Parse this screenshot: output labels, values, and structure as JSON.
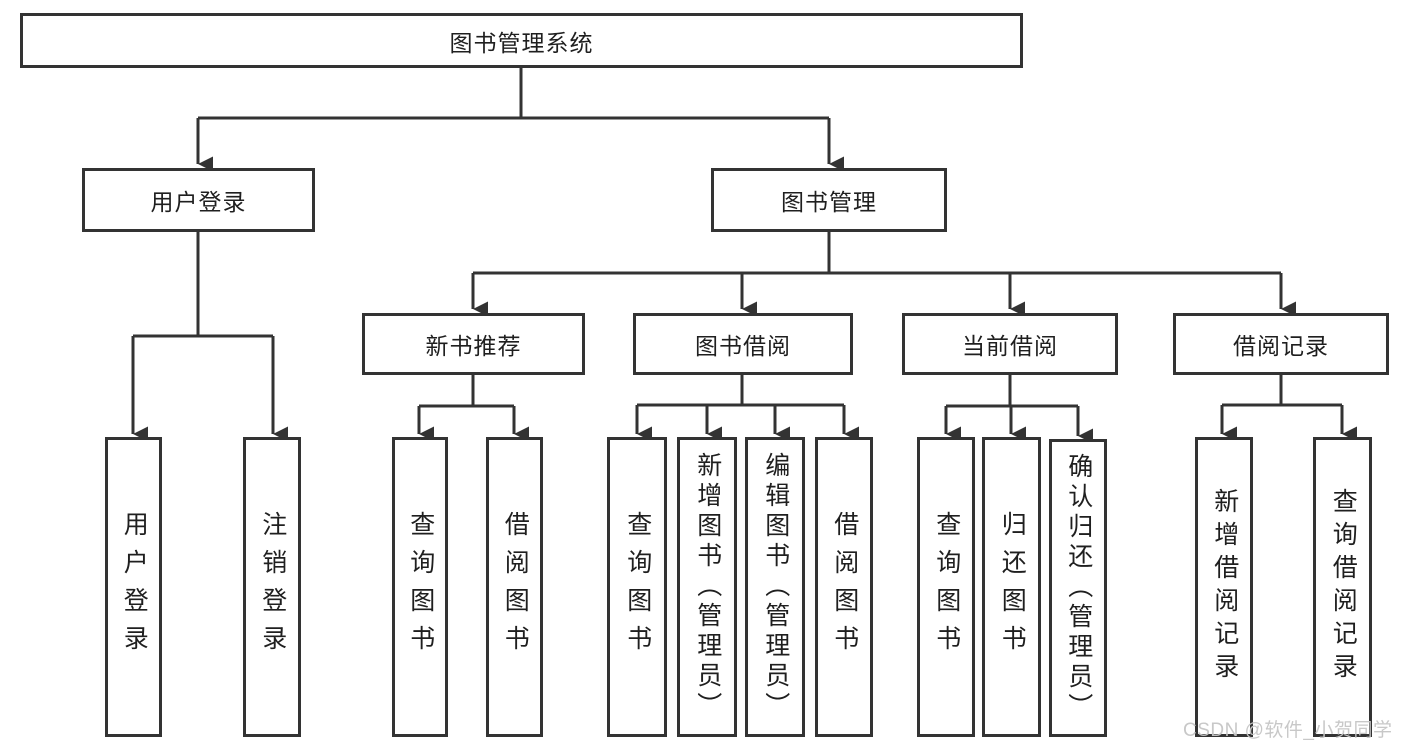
{
  "tree": {
    "root": {
      "label": "图书管理系统"
    },
    "user_login": {
      "label": "用户登录",
      "children": [
        {
          "label": "用户登录"
        },
        {
          "label": "注销登录"
        }
      ]
    },
    "book_mgmt": {
      "label": "图书管理",
      "children": [
        {
          "label": "新书推荐",
          "children": [
            {
              "label": "查询图书"
            },
            {
              "label": "借阅图书"
            }
          ]
        },
        {
          "label": "图书借阅",
          "children": [
            {
              "label": "查询图书"
            },
            {
              "label": "新增图书（管理员）"
            },
            {
              "label": "编辑图书（管理员）"
            },
            {
              "label": "借阅图书"
            }
          ]
        },
        {
          "label": "当前借阅",
          "children": [
            {
              "label": "查询图书"
            },
            {
              "label": "归还图书"
            },
            {
              "label": "确认归还（管理员）"
            }
          ]
        },
        {
          "label": "借阅记录",
          "children": [
            {
              "label": "新增借阅记录"
            },
            {
              "label": "查询借阅记录"
            }
          ]
        }
      ]
    }
  },
  "watermark": "CSDN @软件_小贺同学",
  "colors": {
    "line": "#333333",
    "text": "#1f1f1f",
    "watermark": "#c6c6c6",
    "background": "#ffffff"
  }
}
